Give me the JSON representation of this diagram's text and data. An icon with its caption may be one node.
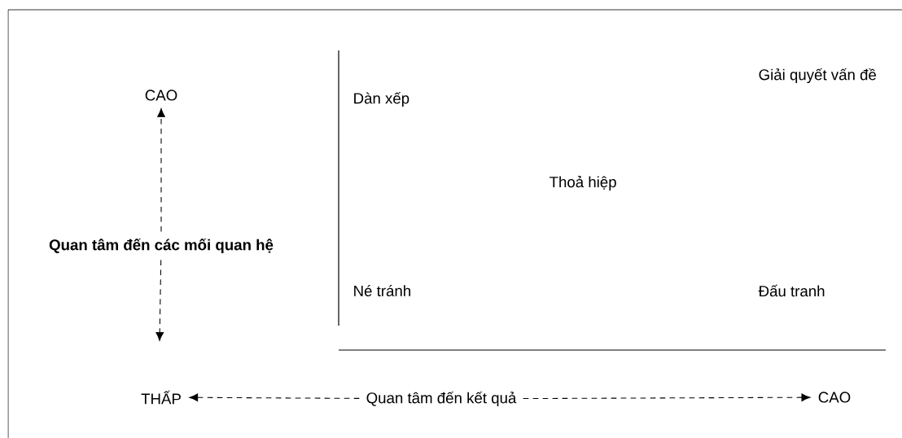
{
  "diagram": {
    "nodes": [
      {
        "text": [
          "CAO"
        ]
      },
      {
        "text": [
          "Quan tâm đến các mối quan hệ"
        ]
      },
      {
        "text": [
          "THẤP"
        ]
      },
      {
        "text": [
          "Quan tâm đến kết quả"
        ]
      },
      {
        "text": [
          "CAO"
        ]
      }
    ],
    "edges": [
      {
        "from": 1,
        "to": 0,
        "arrow": "to",
        "style": "dashed"
      },
      {
        "from": 1,
        "to": null,
        "arrow": "to",
        "style": "dashed"
      },
      {
        "from": 3,
        "to": 2,
        "arrow": "to",
        "style": "dashed"
      },
      {
        "from": 3,
        "to": 4,
        "arrow": "to",
        "style": "dashed"
      }
    ],
    "labels": [
      "Giải quyết vấn đề",
      "Dàn xếp",
      "Thoả hiệp",
      "Né tránh",
      "Đấu tranh"
    ]
  }
}
